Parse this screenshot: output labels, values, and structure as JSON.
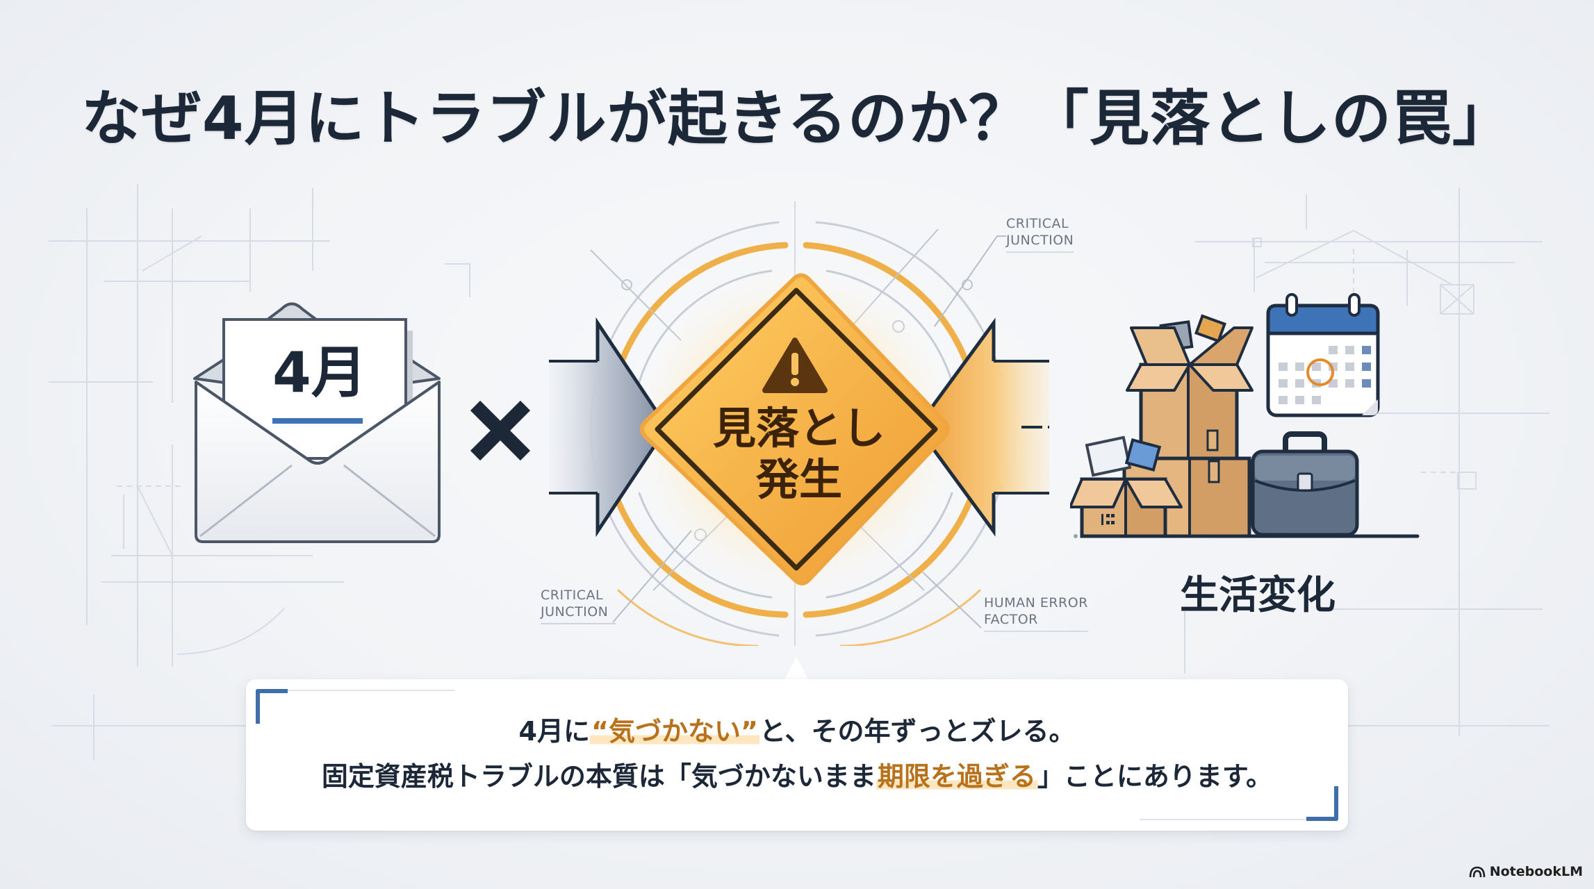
{
  "title": "なぜ4月にトラブルが起きるのか？「見落としの罠」",
  "left": {
    "icon": "envelope-icon",
    "letter_text": "4月",
    "operator": "×"
  },
  "center": {
    "icon": "warning-diamond-icon",
    "line1": "見落とし",
    "line2": "発生",
    "annotations": {
      "top_right": [
        "CRITICAL",
        "JUNCTION"
      ],
      "bottom_left": [
        "CRITICAL",
        "JUNCTION"
      ],
      "bottom_right": [
        "HUMAN ERROR",
        "FACTOR"
      ]
    },
    "colors": {
      "sign": "#f2a93b",
      "sign_border": "#3b2a14",
      "glow": "#ffd27a",
      "left_arrow": "#8e9aab",
      "right_arrow": "#f0a640"
    }
  },
  "right": {
    "icons": [
      "moving-boxes-icon",
      "calendar-icon",
      "briefcase-icon",
      "house-blueprint-icon"
    ],
    "label": "生活変化"
  },
  "callout": {
    "line1": {
      "before": "4月に",
      "open_quote": "“",
      "highlight": "気づかない",
      "close_quote": "”",
      "after": "と、その年ずっとズレる。"
    },
    "line2": {
      "before": "固定資産税トラブルの本質は「気づかないまま",
      "highlight": "期限を過ぎる",
      "after": "」ことにあります。"
    },
    "accent_color": "#3e6fa8",
    "highlight_color": "#b8721c"
  },
  "brand": {
    "icon": "notebooklm-logo-icon",
    "label": "NotebookLM"
  }
}
